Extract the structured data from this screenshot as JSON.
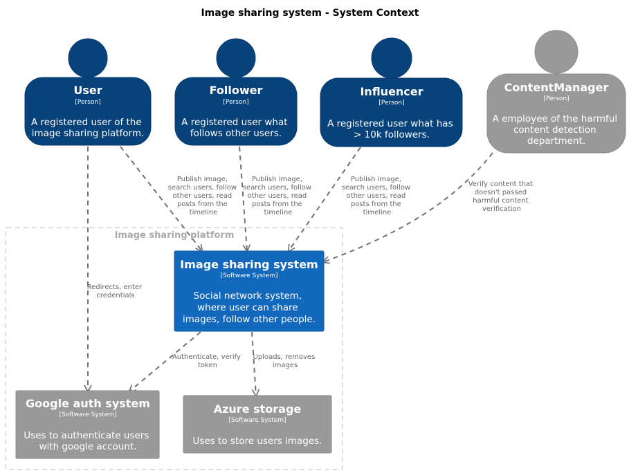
{
  "title": "Image sharing system - System Context",
  "colors": {
    "person": "#08427b",
    "external_person": "#999999",
    "system": "#1168bd",
    "external_system": "#999999",
    "relation": "#707070",
    "boundary": "#bbbbbb"
  },
  "boundary": {
    "label": "Image sharing platform"
  },
  "persons": [
    {
      "id": "user",
      "name": "User",
      "stereotype": "[Person]",
      "description": [
        "A registered user of the",
        "image sharing platform."
      ]
    },
    {
      "id": "follower",
      "name": "Follower",
      "stereotype": "[Person]",
      "description": [
        "A registered user what",
        "follows other users."
      ]
    },
    {
      "id": "influencer",
      "name": "Influencer",
      "stereotype": "[Person]",
      "description": [
        "A registered user what has",
        "> 10k followers."
      ]
    },
    {
      "id": "contentmanager",
      "name": "ContentManager",
      "stereotype": "[Person]",
      "description": [
        "A employee of the harmful",
        "content detection",
        "department."
      ]
    }
  ],
  "systems": [
    {
      "id": "imagesharing",
      "name": "Image sharing system",
      "stereotype": "[Software System]",
      "description": [
        "Social network system,",
        "where user can share",
        "images, follow other people."
      ]
    },
    {
      "id": "googleauth",
      "name": "Google auth system",
      "stereotype": "[Software System]",
      "description": [
        "Uses to authenticate users",
        "with google account."
      ]
    },
    {
      "id": "azure",
      "name": "Azure storage",
      "stereotype": "[Software System]",
      "description": [
        "Uses to store users images."
      ]
    }
  ],
  "relations": [
    {
      "id": "user-google",
      "label": [
        "Redirects, enter",
        "credentials"
      ]
    },
    {
      "id": "user-image",
      "label": [
        "Publish image,",
        "search users, follow",
        "other users, read",
        "posts from the",
        "timeline"
      ]
    },
    {
      "id": "follower-image",
      "label": [
        "Publish image,",
        "search users, follow",
        "other users, read",
        "posts from the",
        "timeline"
      ]
    },
    {
      "id": "influencer-image",
      "label": [
        "Publish image,",
        "search users, follow",
        "other users, read",
        "posts from the",
        "timeline"
      ]
    },
    {
      "id": "cm-image",
      "label": [
        "Verify content that",
        "doesn't passed",
        "harmful content",
        "verification"
      ]
    },
    {
      "id": "image-google",
      "label": [
        "Authenticate, verify",
        "token"
      ]
    },
    {
      "id": "image-azure",
      "label": [
        "Uploads, removes",
        "images"
      ]
    }
  ]
}
